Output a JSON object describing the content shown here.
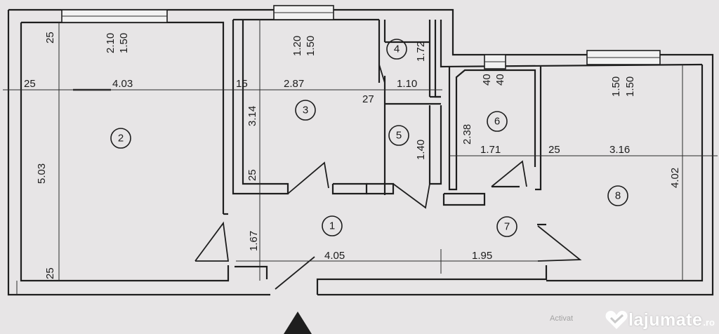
{
  "rooms": [
    {
      "id": "1",
      "label": "1"
    },
    {
      "id": "2",
      "label": "2"
    },
    {
      "id": "3",
      "label": "3"
    },
    {
      "id": "4",
      "label": "4"
    },
    {
      "id": "5",
      "label": "5"
    },
    {
      "id": "6",
      "label": "6"
    },
    {
      "id": "7",
      "label": "7"
    },
    {
      "id": "8",
      "label": "8"
    }
  ],
  "dimensions": {
    "r2_top": "25",
    "r2_win_w": "2.10",
    "r2_win_h": "1.50",
    "r2_left_wall": "25",
    "r2_width": "4.03",
    "r2_height": "5.03",
    "r2_bottom": "25",
    "r3_win_w": "1.20",
    "r3_win_h": "1.50",
    "r3_wall": "15",
    "r3_width": "2.87",
    "r3_height": "3.14",
    "r3_bottom": "25",
    "r4_height": "1.72",
    "r4_width": "1.10",
    "r4_wall": "27",
    "r5_height": "1.40",
    "r6_win_w": "40",
    "r6_win_h": "40",
    "r6_height": "2.38",
    "r6_width": "1.71",
    "r8_wall": "25",
    "r8_win_w": "1.50",
    "r8_win_h": "1.50",
    "r8_width": "3.16",
    "r8_height": "4.02",
    "r1_height": "1.67",
    "r1_width": "4.05",
    "r7_width": "1.95"
  },
  "watermark": {
    "brand": "lajumate",
    "tld": ".ro",
    "heart_icon": "heart-icon"
  },
  "os_note": "Activat"
}
